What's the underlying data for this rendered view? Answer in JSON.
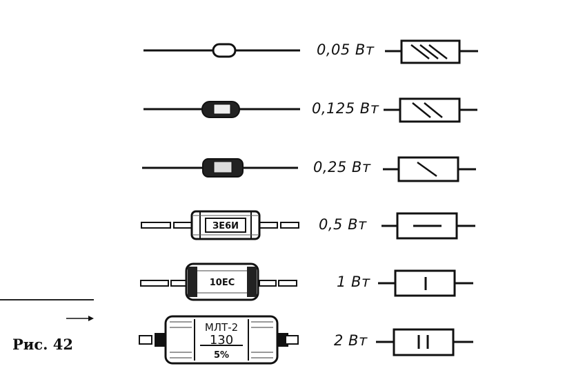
{
  "figure": {
    "caption": "Рис. 42",
    "rows": [
      {
        "power_label": "0,05 Вт",
        "marking": []
      },
      {
        "power_label": "0,125 Вт",
        "marking": []
      },
      {
        "power_label": "0,25 Вт",
        "marking": []
      },
      {
        "power_label": "0,5 Вт",
        "marking": [
          "ЗЕ6И"
        ]
      },
      {
        "power_label": "1 Вт",
        "marking": [
          "10ЕС"
        ]
      },
      {
        "power_label": "2 Вт",
        "marking": [
          "МЛТ-2",
          "130",
          "5%"
        ]
      }
    ],
    "symbols": [
      {
        "power": "0,05 Вт",
        "mark": "three diagonal lines"
      },
      {
        "power": "0,125 Вт",
        "mark": "two diagonal lines"
      },
      {
        "power": "0,25 Вт",
        "mark": "one diagonal line"
      },
      {
        "power": "0,5 Вт",
        "mark": "horizontal line"
      },
      {
        "power": "1 Вт",
        "mark": "vertical line"
      },
      {
        "power": "2 Вт",
        "mark": "two vertical lines"
      }
    ]
  }
}
